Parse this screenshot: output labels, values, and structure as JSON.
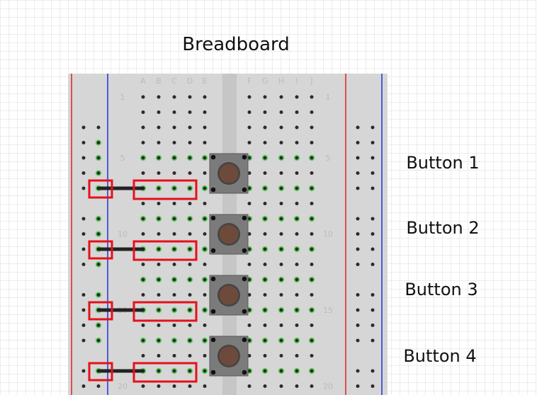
{
  "title": "Breadboard",
  "columns_left": [
    "A",
    "B",
    "C",
    "D",
    "E"
  ],
  "columns_right": [
    "F",
    "G",
    "H",
    "I",
    "J"
  ],
  "row_numbers": [
    "1",
    "5",
    "10",
    "15",
    "20"
  ],
  "buttons": [
    {
      "label": "Button 1"
    },
    {
      "label": "Button 2"
    },
    {
      "label": "Button 3"
    },
    {
      "label": "Button 4"
    }
  ],
  "colors": {
    "board": "#d6d6d6",
    "rail_red": "#e02020",
    "rail_blue": "#2030d8",
    "hole": "#2b2b2b",
    "hole_active": "#5ed05e",
    "highlight_box": "#e8101a",
    "button_body": "#7b7b7b",
    "button_cap": "#6e4a3a",
    "label_gray": "#bbbbbb"
  }
}
